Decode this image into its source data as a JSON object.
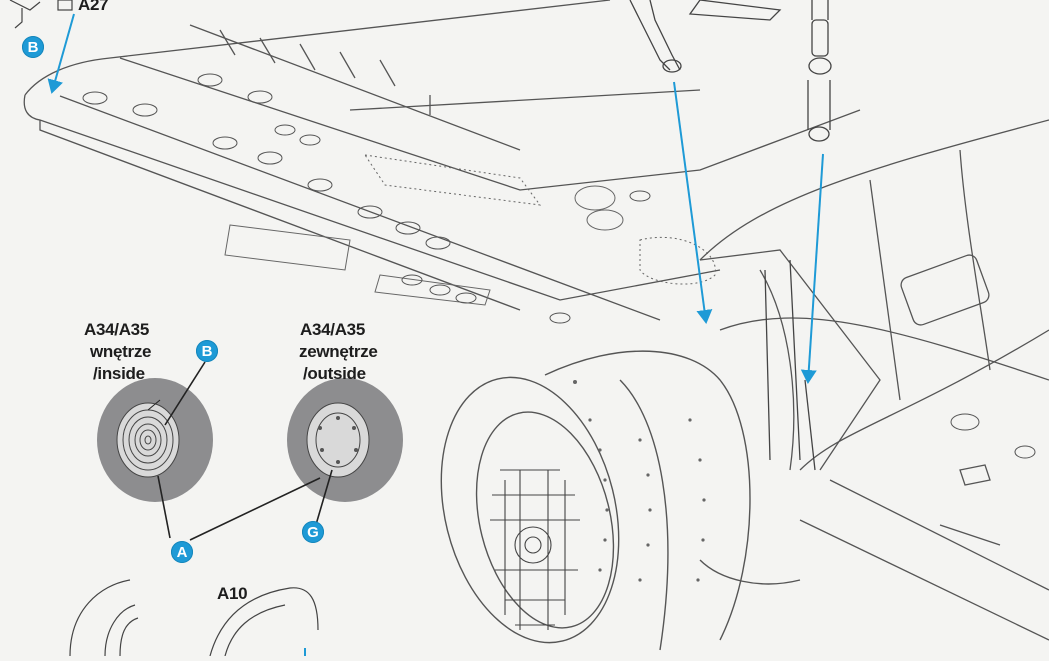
{
  "labels": {
    "part_a27": "A27",
    "part_a10": "A10",
    "wheel_inside_code": "A34/A35",
    "wheel_inside_word": "wnętrze",
    "wheel_inside_en": "/inside",
    "wheel_outside_code": "A34/A35",
    "wheel_outside_word": "zewnętrze",
    "wheel_outside_en": "/outside"
  },
  "badges": {
    "b_top": "B",
    "b_wheel": "B",
    "a_wheels": "A",
    "g_hub": "G"
  },
  "colors": {
    "arrow": "#1e9ad6",
    "badge": "#1e9ad6",
    "tire": "#8d8d8f",
    "line": "#555555",
    "paper": "#f4f4f2"
  }
}
